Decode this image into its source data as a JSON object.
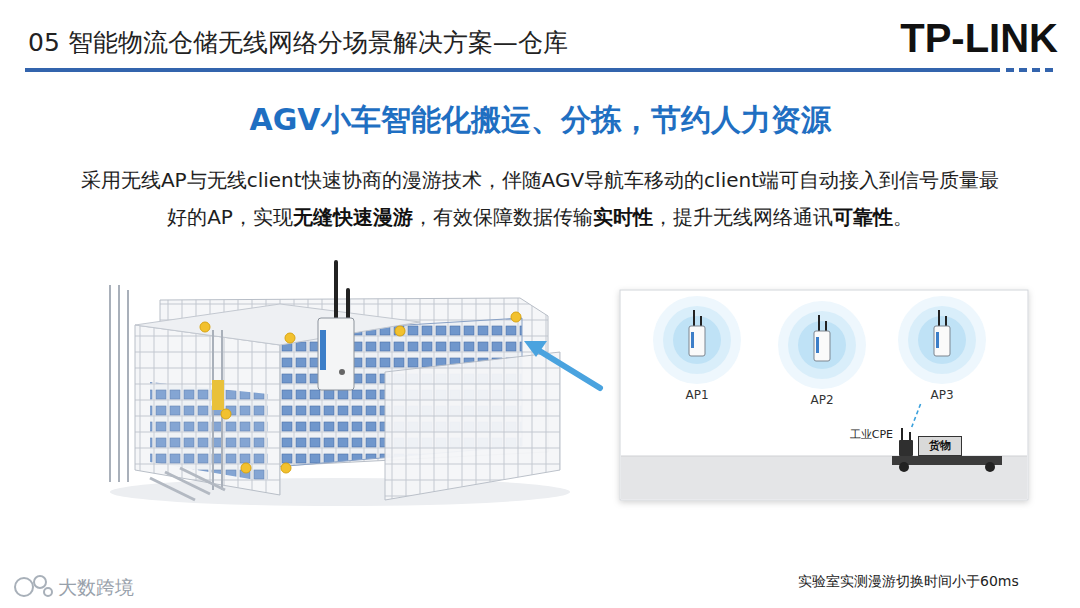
{
  "diagram": {
    "title": "05 智能物流仓储无线网络分场景解决方案—仓库",
    "caption": "实验室实测漫游切换时间小于60ms",
    "nodes": [
      {
        "text": [
          "AP1"
        ]
      },
      {
        "text": [
          "AP2"
        ]
      },
      {
        "text": [
          "AP3"
        ]
      },
      {
        "text": [
          "工业CPE"
        ]
      },
      {
        "text": [
          "货物"
        ]
      }
    ],
    "edges": [
      {
        "from": 2,
        "to": 3,
        "arrow": "none"
      }
    ],
    "labels": [
      "TP-LINK",
      "AGV小车智能化搬运、分拣，节约人力资源",
      "采用无线AP与无线client快速协商的漫游技术，伴随AGV导航车移动的client端可自动接入到信号质量最好的AP，实现",
      "无缝快速漫游",
      "，有效保障数据传输",
      "实时性",
      "，提升无线网络通讯",
      "可靠性",
      "。",
      "大数跨境"
    ]
  }
}
